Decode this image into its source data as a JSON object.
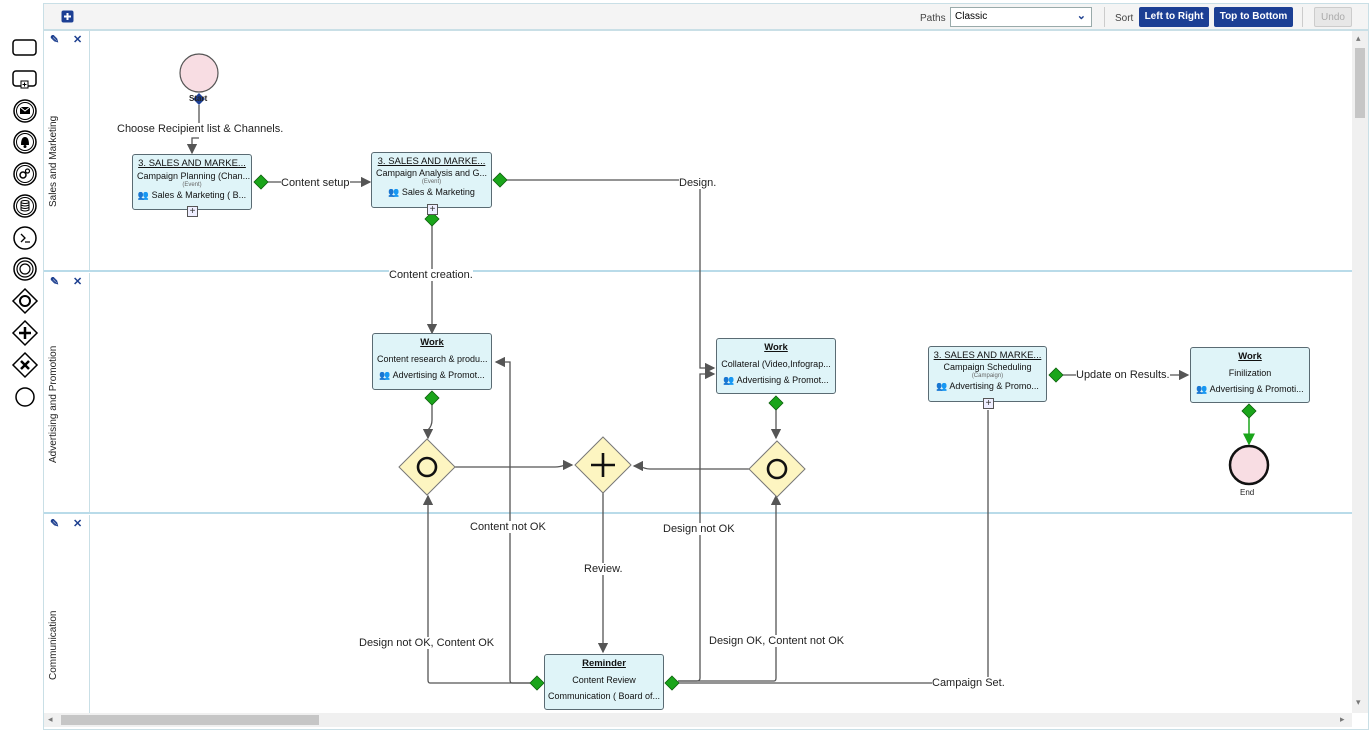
{
  "toolbar": {
    "add_icon": "plus-square-icon",
    "paths_label": "Paths",
    "paths_value": "Classic",
    "sort_label": "Sort",
    "left_to_right": "Left to Right",
    "top_to_bottom": "Top to Bottom",
    "undo": "Undo"
  },
  "palette": [
    "task-shape-icon",
    "subprocess-icon",
    "message-event-icon",
    "signal-event-icon",
    "gear-event-icon",
    "data-store-icon",
    "script-event-icon",
    "target-event-icon",
    "inclusive-gateway-icon",
    "parallel-gateway-icon",
    "exclusive-gateway-icon",
    "end-event-icon"
  ],
  "lanes": [
    {
      "title": "Sales and Marketing"
    },
    {
      "title": "Advertising and Promotion"
    },
    {
      "title": "Communication"
    }
  ],
  "events": {
    "start": "Start",
    "end": "End"
  },
  "tasks": {
    "planning": {
      "title": "3. SALES AND MARKE...",
      "name": "Campaign Planning (Chan...",
      "type": "(Event)",
      "role": "Sales & Marketing ( B..."
    },
    "analysis": {
      "title": "3. SALES AND MARKE...",
      "name": "Campaign Analysis and G...",
      "type": "(Event)",
      "role": "Sales & Marketing"
    },
    "research": {
      "title": "Work",
      "name": "Content research & produ...",
      "role": "Advertising & Promot..."
    },
    "collateral": {
      "title": "Work",
      "name": "Collateral (Video,Infograp...",
      "role": "Advertising & Promot..."
    },
    "scheduling": {
      "title": "3. SALES AND MARKE...",
      "name": "Campaign Scheduling",
      "type": "(Campaign)",
      "role": "Advertising & Promo..."
    },
    "finalization": {
      "title": "Work",
      "name": "Finilization",
      "role": "Advertising & Promoti..."
    },
    "review": {
      "title": "Reminder",
      "name": "Content Review",
      "role": "Communication ( Board of..."
    }
  },
  "connectors": {
    "choose": "Choose Recipient list & Channels.",
    "content_setup": "Content setup",
    "design": "Design.",
    "content_creation": "Content creation.",
    "update": "Update on Results.",
    "content_not_ok": "Content not OK",
    "design_not_ok": "Design not OK",
    "review": "Review.",
    "design_not_ok_content_ok": "Design not OK, Content OK",
    "design_ok_content_not_ok": "Design OK, Content not OK",
    "campaign_set": "Campaign Set."
  },
  "colors": {
    "task_fill": "#dff4f8",
    "event_fill": "#f8dde3",
    "gateway_fill": "#fdf5c1",
    "connector_diamond": "#1aa51a",
    "button_blue": "#1c3f94",
    "lane_border": "#b9dbe9"
  }
}
